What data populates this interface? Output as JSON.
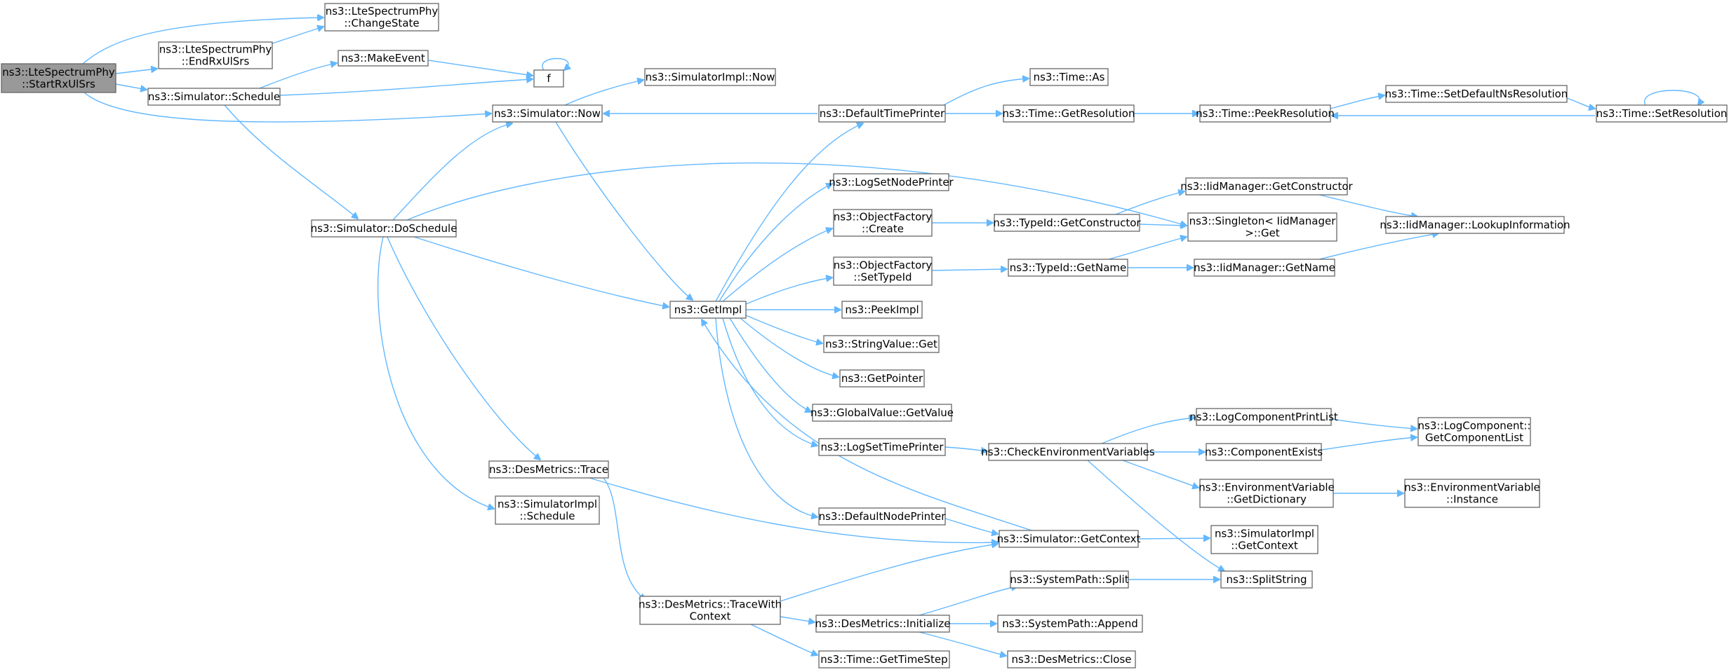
{
  "diagram": {
    "type": "call-graph",
    "colors": {
      "edge": "#63b8ff",
      "node_border": "#666666",
      "root_fill": "#999999",
      "node_fill": "#ffffff"
    },
    "nodes": [
      {
        "id": "root",
        "lines": [
          "ns3::LteSpectrumPhy",
          "::StartRxUlSrs"
        ],
        "root": true
      },
      {
        "id": "changestate",
        "lines": [
          "ns3::LteSpectrumPhy",
          "::ChangeState"
        ]
      },
      {
        "id": "endrx",
        "lines": [
          "ns3::LteSpectrumPhy",
          "::EndRxUlSrs"
        ]
      },
      {
        "id": "makeevent",
        "lines": [
          "ns3::MakeEvent"
        ]
      },
      {
        "id": "f",
        "lines": [
          "f"
        ]
      },
      {
        "id": "schedule",
        "lines": [
          "ns3::Simulator::Schedule"
        ]
      },
      {
        "id": "simimplnow",
        "lines": [
          "ns3::SimulatorImpl::Now"
        ]
      },
      {
        "id": "simnow",
        "lines": [
          "ns3::Simulator::Now"
        ]
      },
      {
        "id": "timeas",
        "lines": [
          "ns3::Time::As"
        ]
      },
      {
        "id": "defaulttimeprinter",
        "lines": [
          "ns3::DefaultTimePrinter"
        ]
      },
      {
        "id": "getresolution",
        "lines": [
          "ns3::Time::GetResolution"
        ]
      },
      {
        "id": "peekresolution",
        "lines": [
          "ns3::Time::PeekResolution"
        ]
      },
      {
        "id": "setdefaultns",
        "lines": [
          "ns3::Time::SetDefaultNsResolution"
        ]
      },
      {
        "id": "setresolution",
        "lines": [
          "ns3::Time::SetResolution"
        ]
      },
      {
        "id": "logsetnodeprinter",
        "lines": [
          "ns3::LogSetNodePrinter"
        ]
      },
      {
        "id": "iidgetconstructor",
        "lines": [
          "ns3::IidManager::GetConstructor"
        ]
      },
      {
        "id": "doschedule",
        "lines": [
          "ns3::Simulator::DoSchedule"
        ]
      },
      {
        "id": "objfactorycreate",
        "lines": [
          "ns3::ObjectFactory",
          "::Create"
        ]
      },
      {
        "id": "typeidgetconstructor",
        "lines": [
          "ns3::TypeId::GetConstructor"
        ]
      },
      {
        "id": "singletonget",
        "lines": [
          "ns3::Singleton< IidManager",
          " >::Get"
        ]
      },
      {
        "id": "lookupinfo",
        "lines": [
          "ns3::IidManager::LookupInformation"
        ]
      },
      {
        "id": "objfactorysettypeid",
        "lines": [
          "ns3::ObjectFactory",
          "::SetTypeId"
        ]
      },
      {
        "id": "typeidgetname",
        "lines": [
          "ns3::TypeId::GetName"
        ]
      },
      {
        "id": "iidgetname",
        "lines": [
          "ns3::IidManager::GetName"
        ]
      },
      {
        "id": "getimpl",
        "lines": [
          "ns3::GetImpl"
        ]
      },
      {
        "id": "peekimpl",
        "lines": [
          "ns3::PeekImpl"
        ]
      },
      {
        "id": "stringvalueget",
        "lines": [
          "ns3::StringValue::Get"
        ]
      },
      {
        "id": "getpointer",
        "lines": [
          "ns3::GetPointer"
        ]
      },
      {
        "id": "globalvaluegetvalue",
        "lines": [
          "ns3::GlobalValue::GetValue"
        ]
      },
      {
        "id": "logcompprintlist",
        "lines": [
          "ns3::LogComponentPrintList"
        ]
      },
      {
        "id": "logcompgetlist",
        "lines": [
          "ns3::LogComponent::",
          "GetComponentList"
        ]
      },
      {
        "id": "logsettimeprinter",
        "lines": [
          "ns3::LogSetTimePrinter"
        ]
      },
      {
        "id": "checkenv",
        "lines": [
          "ns3::CheckEnvironmentVariables"
        ]
      },
      {
        "id": "componentexists",
        "lines": [
          "ns3::ComponentExists"
        ]
      },
      {
        "id": "desmetricstrace",
        "lines": [
          "ns3::DesMetrics::Trace"
        ]
      },
      {
        "id": "envgetdict",
        "lines": [
          "ns3::EnvironmentVariable",
          "::GetDictionary"
        ]
      },
      {
        "id": "envinstance",
        "lines": [
          "ns3::EnvironmentVariable",
          "::Instance"
        ]
      },
      {
        "id": "simimplschedule",
        "lines": [
          "ns3::SimulatorImpl",
          "::Schedule"
        ]
      },
      {
        "id": "defaultnodeprinter",
        "lines": [
          "ns3::DefaultNodePrinter"
        ]
      },
      {
        "id": "simgetcontext",
        "lines": [
          "ns3::Simulator::GetContext"
        ]
      },
      {
        "id": "simimplgetcontext",
        "lines": [
          "ns3::SimulatorImpl",
          "::GetContext"
        ]
      },
      {
        "id": "syspathsplit",
        "lines": [
          "ns3::SystemPath::Split"
        ]
      },
      {
        "id": "splitstring",
        "lines": [
          "ns3::SplitString"
        ]
      },
      {
        "id": "tracewithcontext",
        "lines": [
          "ns3::DesMetrics::TraceWith",
          "Context"
        ]
      },
      {
        "id": "desinit",
        "lines": [
          "ns3::DesMetrics::Initialize"
        ]
      },
      {
        "id": "syspathappend",
        "lines": [
          "ns3::SystemPath::Append"
        ]
      },
      {
        "id": "gettimestep",
        "lines": [
          "ns3::Time::GetTimeStep"
        ]
      },
      {
        "id": "desclose",
        "lines": [
          "ns3::DesMetrics::Close"
        ]
      }
    ]
  }
}
